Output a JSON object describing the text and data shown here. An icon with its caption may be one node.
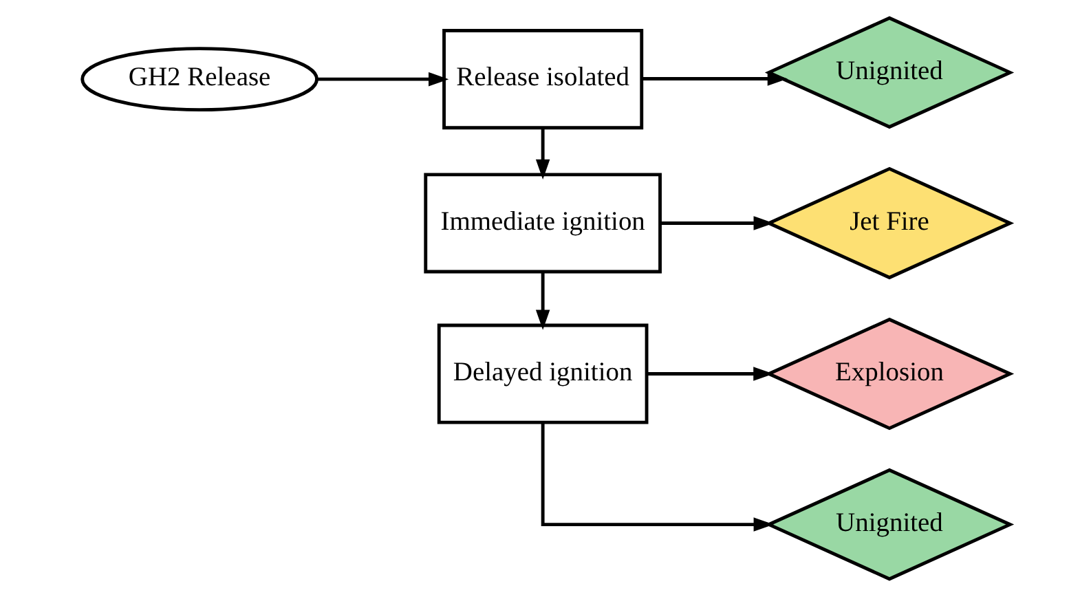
{
  "diagram": {
    "nodes": [
      {
        "text": [
          "GH2 Release"
        ]
      },
      {
        "text": [
          "Release isolated"
        ]
      },
      {
        "text": [
          "Immediate ignition"
        ]
      },
      {
        "text": [
          "Delayed ignition"
        ]
      },
      {
        "text": [
          "Unignited"
        ]
      },
      {
        "text": [
          "Jet Fire"
        ]
      },
      {
        "text": [
          "Explosion"
        ]
      },
      {
        "text": [
          "Unignited"
        ]
      }
    ],
    "edges": [
      {
        "from": 0,
        "to": 1,
        "arrow": "to"
      },
      {
        "from": 1,
        "to": 4,
        "arrow": "to"
      },
      {
        "from": 1,
        "to": 2,
        "arrow": "to"
      },
      {
        "from": 2,
        "to": 5,
        "arrow": "to"
      },
      {
        "from": 2,
        "to": 3,
        "arrow": "to"
      },
      {
        "from": 3,
        "to": 6,
        "arrow": "to"
      },
      {
        "from": 3,
        "to": 7,
        "arrow": "to"
      }
    ]
  }
}
